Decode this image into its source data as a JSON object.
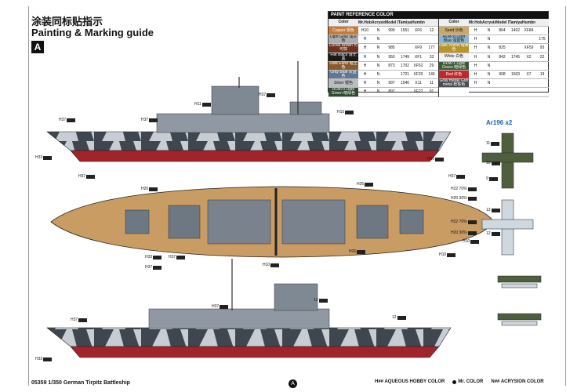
{
  "header": {
    "title_cn": "涂装同标贴指示",
    "title_en": "Painting & Marking guide",
    "panel_letter": "A"
  },
  "color_table": {
    "title": "PAINT REFERENCE COLOR",
    "columns": [
      "Color",
      "Mr.Hobby",
      "Acrysion",
      "Model Master",
      "Tamiya",
      "Humbrol"
    ],
    "left": [
      {
        "name": "Copper",
        "sub": "铜色",
        "hex": "#c87a3a",
        "codes": [
          "H10",
          "N",
          "999",
          "1551",
          "XF6",
          "12"
        ]
      },
      {
        "name": "Light Gray",
        "sub": "浅灰色",
        "hex": "#a9acb0",
        "codes": [
          "H",
          "N",
          "",
          "",
          "",
          ""
        ]
      },
      {
        "name": "Cocoa Brown",
        "sub": "可可棕",
        "hex": "#6a3420",
        "codes": [
          "H",
          "N",
          "985",
          "",
          "XF9",
          "177"
        ]
      },
      {
        "name": "Flat Black",
        "sub": "消光黑",
        "hex": "#1a1a1a",
        "codes": [
          "H",
          "N",
          "950",
          "1749",
          "XF1",
          "33"
        ]
      },
      {
        "name": "Dark Earth",
        "sub": "暗土色",
        "hex": "#8a5a2a",
        "codes": [
          "H",
          "N",
          "873",
          "1702",
          "XF52",
          "29"
        ]
      },
      {
        "name": "Gray Blue",
        "sub": "灰蓝色",
        "hex": "#5f7892",
        "codes": [
          "H",
          "N",
          "",
          "1721",
          "XF20",
          "145"
        ]
      },
      {
        "name": "Silver",
        "sub": "银色",
        "hex": "#b9bcc0",
        "codes": [
          "H",
          "N",
          "997",
          "1546",
          "X11",
          "11"
        ]
      },
      {
        "name": "RLM70 Dark Green",
        "sub": "暗绿色",
        "hex": "#2e4a32",
        "codes": [
          "H",
          "N",
          "897",
          "",
          "XF27",
          "91"
        ]
      }
    ],
    "right": [
      {
        "name": "Sand",
        "sub": "沙色",
        "hex": "#c9a86a",
        "codes": [
          "H",
          "N",
          "864",
          "1402",
          "XF84",
          ""
        ]
      },
      {
        "name": "RLM78 Light Blue",
        "sub": "浅蓝色",
        "hex": "#8fb4cc",
        "codes": [
          "H",
          "N",
          "",
          "",
          "",
          "175"
        ]
      },
      {
        "name": "Dark Yellow",
        "sub": "暗黄色",
        "hex": "#b8942a",
        "codes": [
          "H",
          "N",
          "825",
          "",
          "XF59",
          "93"
        ]
      },
      {
        "name": "White",
        "sub": "白色",
        "hex": "#f2f2f2",
        "codes": [
          "H",
          "N",
          "842",
          "1745",
          "X2",
          "22"
        ]
      },
      {
        "name": "RLM71 Dark Green",
        "sub": "暗绿色",
        "hex": "#3c5a34",
        "codes": [
          "H",
          "N",
          "",
          "",
          "",
          ""
        ]
      },
      {
        "name": "Red",
        "sub": "红色",
        "hex": "#c3262b",
        "codes": [
          "H",
          "N",
          "908",
          "1503",
          "X7",
          "19"
        ]
      },
      {
        "name": "Gray metal/ Gun metal",
        "sub": "枪铁色",
        "hex": "#4a4d52",
        "codes": [
          "H",
          "N",
          "",
          "",
          "",
          ""
        ]
      },
      {
        "name": "",
        "sub": "",
        "hex": "#ffffff",
        "codes": [
          "",
          "",
          "",
          "",
          "",
          ""
        ]
      }
    ]
  },
  "aircraft_label": "Ar196 x2",
  "callouts": [
    "H33",
    "H37",
    "H37",
    "H11",
    "H37",
    "H10",
    "H10",
    "H37",
    "H37",
    "H26",
    "H22 70%",
    "H20 30%",
    "H22 70%",
    "H20 30%",
    "H26",
    "H26",
    "H33",
    "H37",
    "H37",
    "H10",
    "H10",
    "H10",
    "H33",
    "H37",
    "H37",
    "13",
    "12",
    "11",
    "10",
    "9",
    "13",
    "12"
  ],
  "legend": {
    "aqueous": "H## AQUEOUS HOBBY COLOR",
    "mr": "Mr. COLOR",
    "acrysion": "N## ACRYSION COLOR"
  },
  "footer": {
    "code": "05359 1/350 German Tirpitz Battleship",
    "page": "A"
  },
  "colors": {
    "hull_red": "#a2232a",
    "deck_wood": "#c99c63",
    "camo_dark": "#3e4650",
    "camo_light": "#c7cdd3",
    "ink": "#111111"
  }
}
